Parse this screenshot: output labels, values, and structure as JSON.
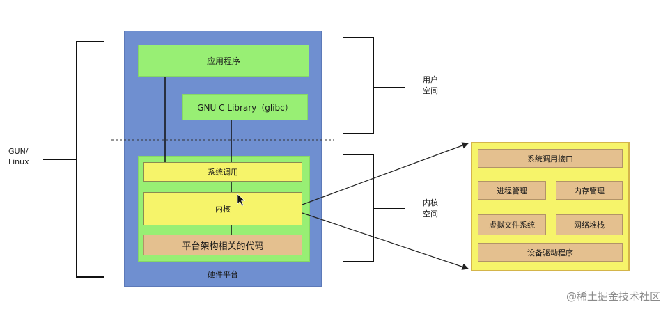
{
  "diagram": {
    "app_label": "应用程序",
    "glibc_label": "GNU C Library（glibc）",
    "syscall_label": "系统调用",
    "kernel_label": "内核",
    "arch_label": "平台架构相关的代码",
    "hardware_label": "硬件平台",
    "gnu_linux_label": "GUN/\nLinux",
    "user_space_label": "用户\n空间",
    "kernel_space_label": "内核\n空间",
    "kernel_detail": {
      "syscall_interface": "系统调用接口",
      "process_mgmt": "进程管理",
      "memory_mgmt": "内存管理",
      "vfs": "虚拟文件系统",
      "network_stack": "网络堆栈",
      "device_drivers": "设备驱动程序"
    }
  },
  "watermark": "@稀土掘金技术社区"
}
